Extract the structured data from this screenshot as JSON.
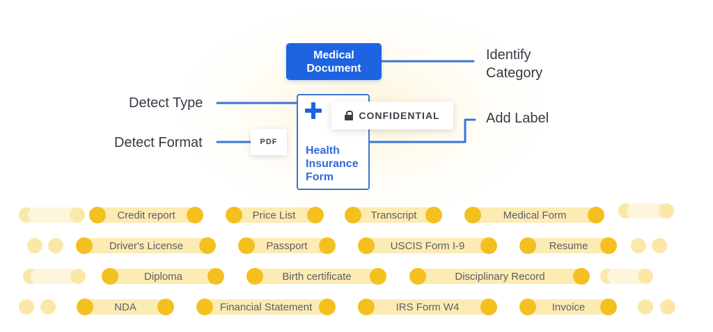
{
  "center": {
    "category": "Medical\nDocument",
    "card_title": "Health\nInsurance\nForm",
    "confidential": "CONFIDENTIAL",
    "pdf": "PDF"
  },
  "labels": {
    "identify": "Identify\nCategory",
    "detect_type": "Detect Type",
    "detect_format": "Detect Format",
    "add_label": "Add Label"
  },
  "doc_types": [
    [
      "Credit report",
      "Price List",
      "Transcript",
      "Medical Form"
    ],
    [
      "Driver's License",
      "Passport",
      "USCIS Form I-9",
      "Resume"
    ],
    [
      "Diploma",
      "Birth certificate",
      "Disciplinary Record"
    ],
    [
      "NDA",
      "Financial Statement",
      "IRS Form W4",
      "Invoice"
    ]
  ],
  "colors": {
    "accent": "#1e63e0",
    "line": "#3a74d9",
    "pill": "#fcebb3",
    "dot": "#f4c020"
  }
}
